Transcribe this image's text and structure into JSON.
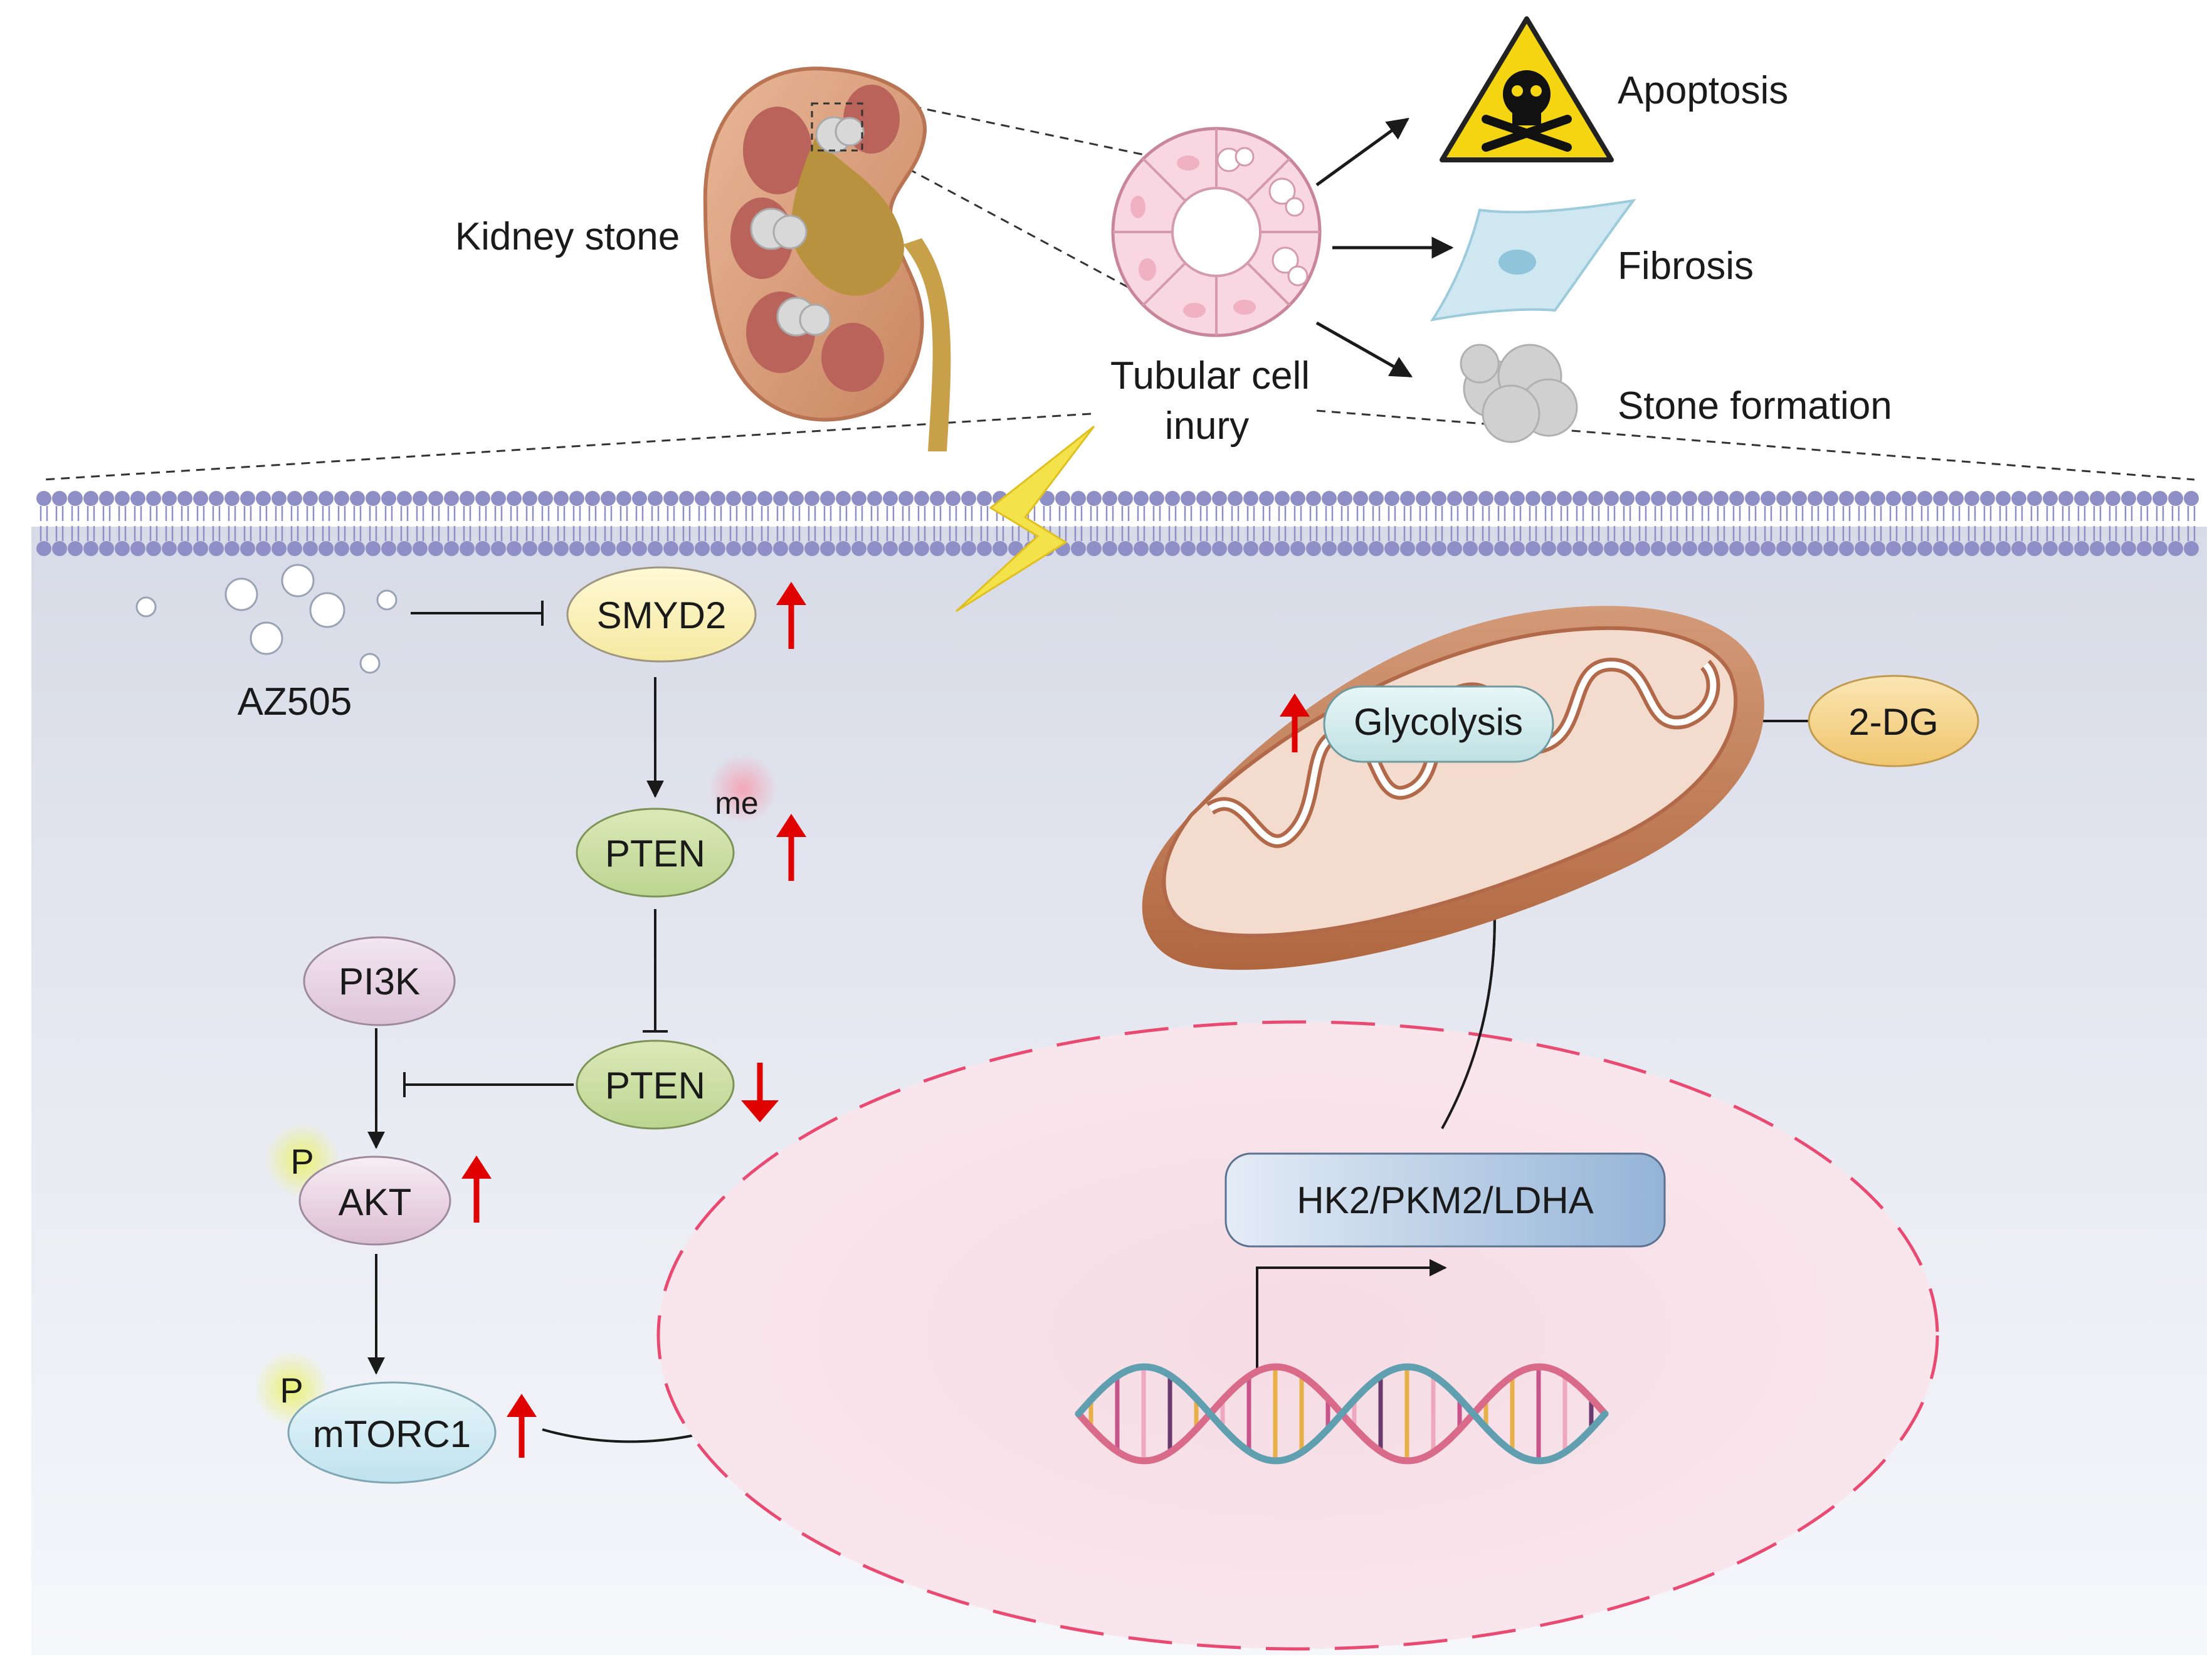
{
  "top": {
    "kidney_label": "Kidney stone",
    "tubular_label_line1": "Tubular cell",
    "tubular_label_line2": "inury",
    "outcomes": [
      "Apoptosis",
      "Fibrosis",
      "Stone formation"
    ]
  },
  "pathway": {
    "inhibitor": "AZ505",
    "smyd2": "SMYD2",
    "pten_methylated": "PTEN",
    "me_label": "me",
    "pten": "PTEN",
    "pi3k": "PI3K",
    "akt": "AKT",
    "mtorc1": "mTORC1",
    "phospho_label": "P"
  },
  "right": {
    "glycolysis": "Glycolysis",
    "inhibitor_2dg": "2-DG",
    "genes": "HK2/PKM2/LDHA"
  },
  "colors": {
    "up_arrow": "#e00000",
    "down_arrow": "#e00000",
    "membrane_head": "#8f8fc7",
    "cytoplasm": "#e6e8f1",
    "nucleus": "#f4dbe3",
    "nucleus_border": "#ea4a72"
  }
}
